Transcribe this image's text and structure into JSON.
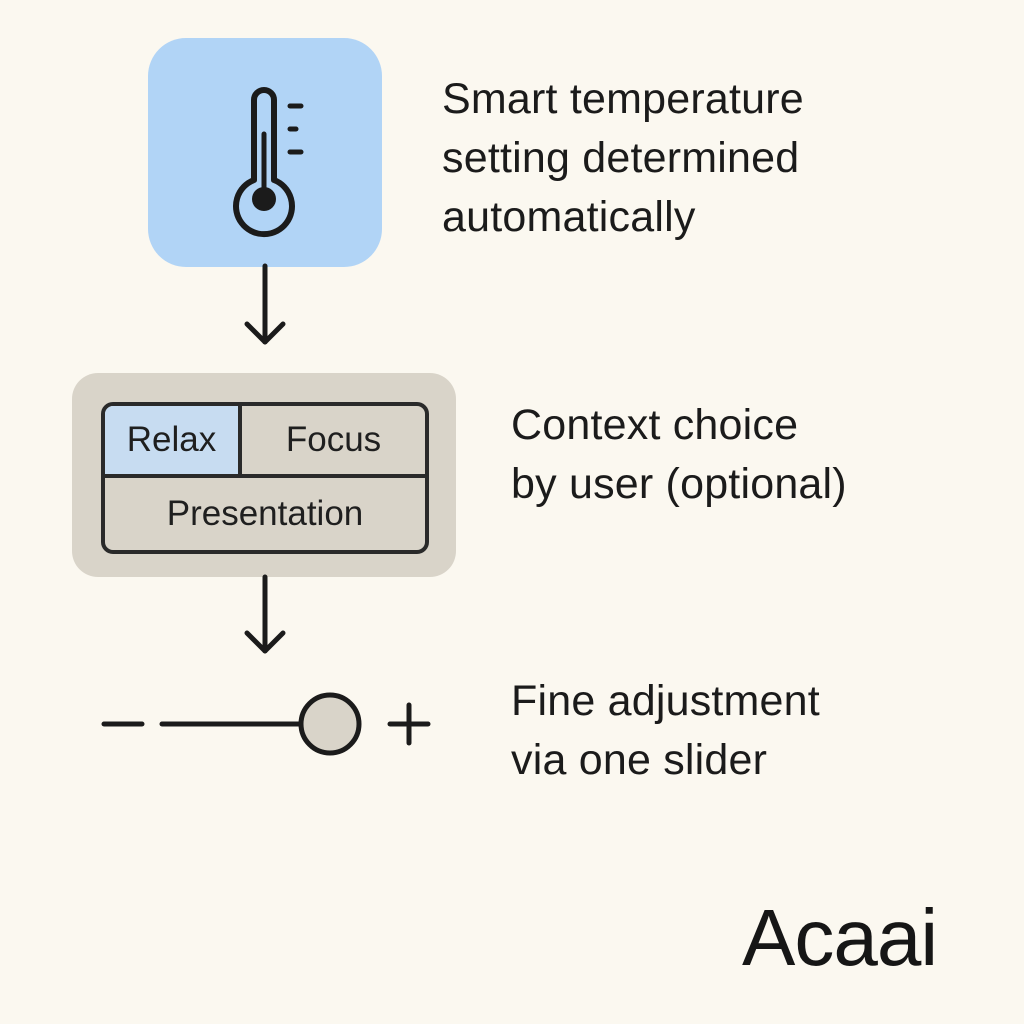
{
  "steps": {
    "auto": {
      "lines": [
        "Smart temperature",
        "setting determined",
        "automatically"
      ]
    },
    "context": {
      "lines": [
        "Context choice",
        "by user (optional)"
      ],
      "options": [
        "Relax",
        "Focus",
        "Presentation"
      ],
      "selected": "Relax"
    },
    "fine": {
      "lines": [
        "Fine adjustment",
        "via one slider"
      ],
      "slider_level": 0.8
    }
  },
  "brand": {
    "name": "Acaai"
  },
  "colors": {
    "background": "#fbf8f0",
    "thermo_tile": "#b1d4f6",
    "panel": "#d9d4c9",
    "selected_option": "#c7dcf1",
    "ink": "#1b1b1b"
  },
  "icons": {
    "step1": "thermometer-icon",
    "arrows": "arrow-down-icon",
    "slider_minus": "minus-icon",
    "slider_plus": "plus-icon"
  }
}
